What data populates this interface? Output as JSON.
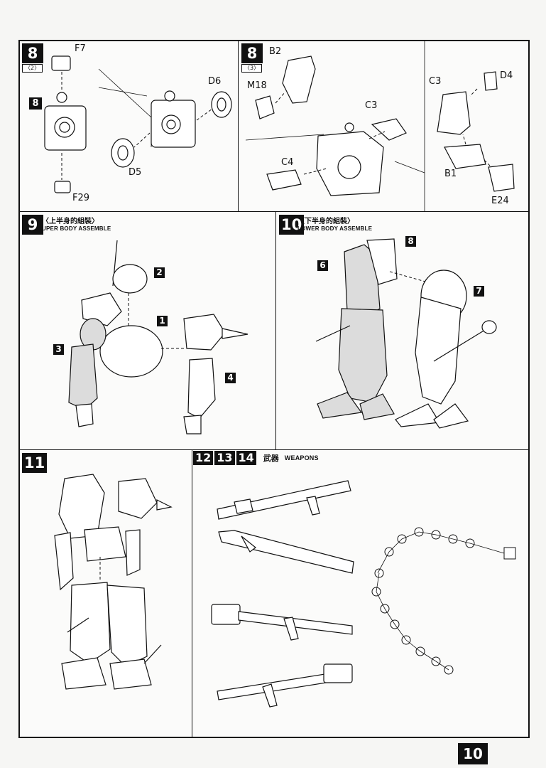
{
  "step8a": {
    "number": "8",
    "sub": "2",
    "parts": [
      "F7",
      "F29",
      "D6",
      "D5"
    ]
  },
  "step8b": {
    "number": "8",
    "sub": "3",
    "parts": [
      "B2",
      "M18",
      "C3",
      "C4",
      "C3",
      "D4",
      "B1",
      "E24"
    ]
  },
  "step9": {
    "number": "9",
    "title_cn": "〈上半身的組裝〉",
    "title_en": "UPER BODY ASSEMBLE",
    "callouts": [
      "2",
      "1",
      "3",
      "4"
    ]
  },
  "step10": {
    "number": "10",
    "title_cn": "〈下半身的組裝〉",
    "title_en": "LOWER BODY ASSEMBLE",
    "callouts": [
      "8",
      "6",
      "7"
    ]
  },
  "step11": {
    "number": "11"
  },
  "weapons": {
    "steps": [
      "12",
      "13",
      "14"
    ],
    "title_cn": "武器",
    "title_en": "WEAPONS"
  },
  "page_number": "10",
  "inset_sub_label": "8"
}
